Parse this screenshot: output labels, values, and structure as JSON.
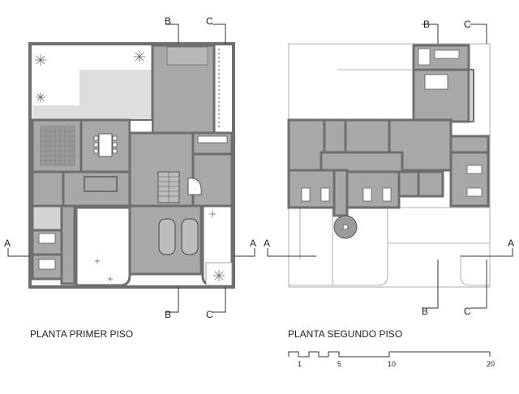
{
  "plans": {
    "first_floor": {
      "title": "PLANTA PRIMER PISO"
    },
    "second_floor": {
      "title": "PLANTA SEGUNDO PISO"
    }
  },
  "section_markers": {
    "a": "A",
    "b": "B",
    "c": "C"
  },
  "scale": {
    "ticks": [
      "1",
      "5",
      "10",
      "20"
    ]
  },
  "colors": {
    "wall": "#6e6e6e",
    "room_fill": "#a7a7a7",
    "light_fill": "#d2d2d2",
    "line": "#444444"
  }
}
